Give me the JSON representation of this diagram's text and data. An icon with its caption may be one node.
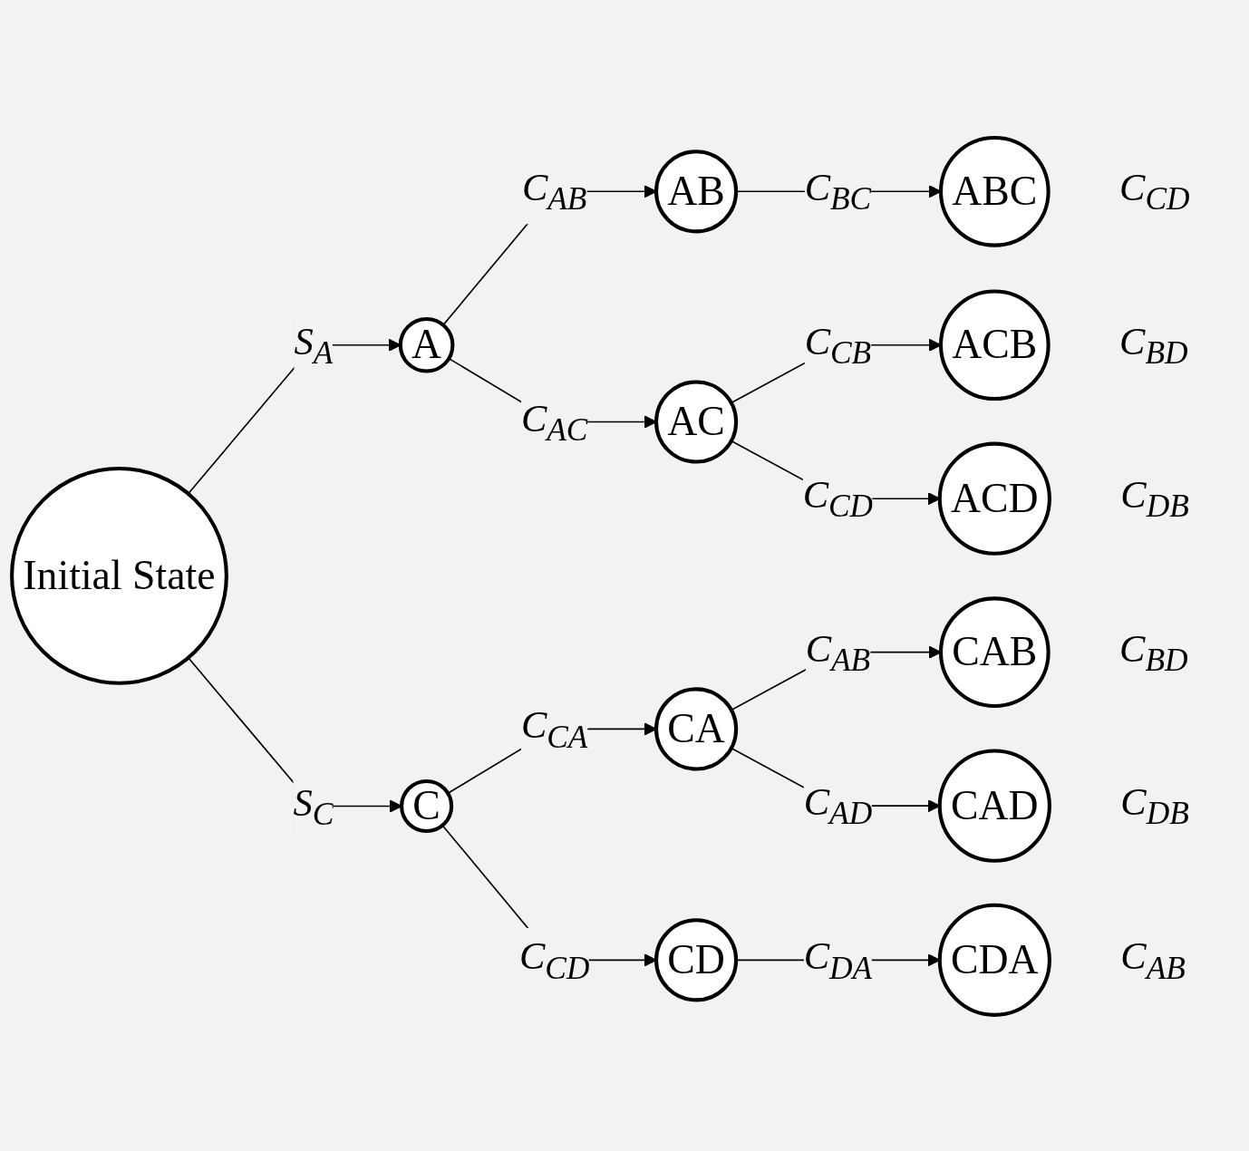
{
  "diagram": {
    "nodes": [
      {
        "text": [
          "Initial State"
        ]
      },
      {
        "text": [
          "A"
        ]
      },
      {
        "text": [
          "C"
        ]
      },
      {
        "text": [
          "AB"
        ]
      },
      {
        "text": [
          "AC"
        ]
      },
      {
        "text": [
          "CA"
        ]
      },
      {
        "text": [
          "CD"
        ]
      },
      {
        "text": [
          "ABC"
        ],
        "beside": [
          "C$_{CD}$"
        ]
      },
      {
        "text": [
          "ACB"
        ],
        "beside": [
          "C$_{BD}$"
        ]
      },
      {
        "text": [
          "ACD"
        ],
        "beside": [
          "C$_{DB}$"
        ]
      },
      {
        "text": [
          "CAB"
        ],
        "beside": [
          "C$_{BD}$"
        ]
      },
      {
        "text": [
          "CAD"
        ],
        "beside": [
          "C$_{DB}$"
        ]
      },
      {
        "text": [
          "CDA"
        ],
        "beside": [
          "C$_{AB}$"
        ]
      }
    ],
    "edges": [
      {
        "from": 0,
        "to": 1,
        "arrow": "to",
        "label": "S$_{A}$"
      },
      {
        "from": 0,
        "to": 2,
        "arrow": "to",
        "label": "S$_{C}$"
      },
      {
        "from": 1,
        "to": 3,
        "arrow": "to",
        "label": "C$_{AB}$"
      },
      {
        "from": 1,
        "to": 4,
        "arrow": "to",
        "label": "C$_{AC}$"
      },
      {
        "from": 2,
        "to": 5,
        "arrow": "to",
        "label": "C$_{CA}$"
      },
      {
        "from": 2,
        "to": 6,
        "arrow": "to",
        "label": "C$_{CD}$"
      },
      {
        "from": 3,
        "to": 7,
        "arrow": "to",
        "label": "C$_{BC}$"
      },
      {
        "from": 4,
        "to": 8,
        "arrow": "to",
        "label": "C$_{CB}$"
      },
      {
        "from": 4,
        "to": 9,
        "arrow": "to",
        "label": "C$_{CD}$"
      },
      {
        "from": 5,
        "to": 10,
        "arrow": "to",
        "label": "C$_{AB}$"
      },
      {
        "from": 5,
        "to": 11,
        "arrow": "to",
        "label": "C$_{AD}$"
      },
      {
        "from": 6,
        "to": 12,
        "arrow": "to",
        "label": "C$_{DA}$"
      }
    ]
  }
}
